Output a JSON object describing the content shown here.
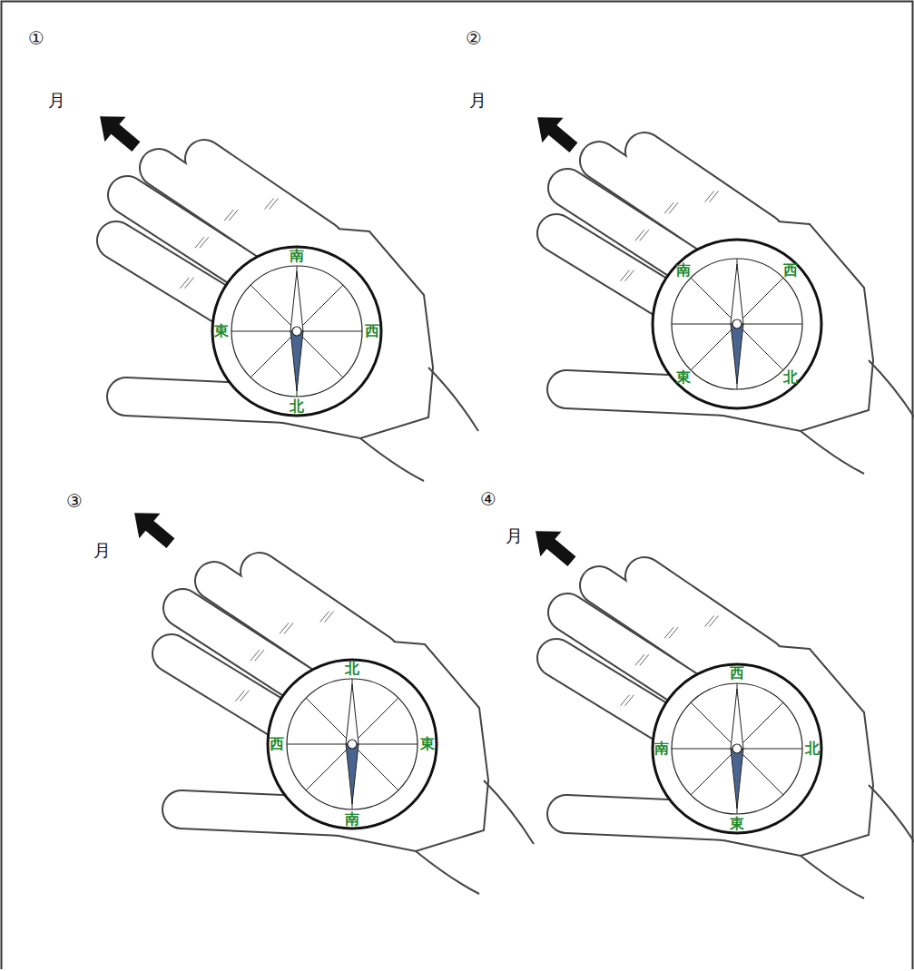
{
  "diagram": {
    "labels": [
      "①",
      "月",
      "南",
      "東",
      "西",
      "北",
      "②",
      "月",
      "南",
      "西",
      "東",
      "北",
      "③",
      "月",
      "北",
      "西",
      "東",
      "南",
      "④",
      "月",
      "西",
      "南",
      "北",
      "東"
    ]
  }
}
